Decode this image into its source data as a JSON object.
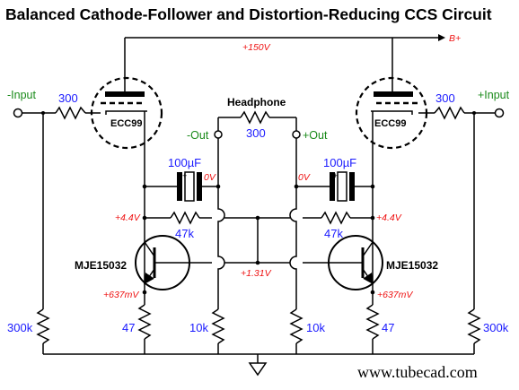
{
  "title": "Balanced Cathode-Follower and Distortion-Reducing CCS Circuit",
  "website": "www.tubecad.com",
  "supply": {
    "label": "B+",
    "voltage": "+150V"
  },
  "inputs": {
    "left": "-Input",
    "right": "+Input"
  },
  "outputs": {
    "left": "-Out",
    "right": "+Out"
  },
  "headphone": {
    "label": "Headphone",
    "value": "300"
  },
  "tubes": {
    "left": "ECC99",
    "right": "ECC99"
  },
  "grid_resistors": {
    "left": "300",
    "right": "300"
  },
  "capacitors": {
    "left": "100µF",
    "right": "100µF"
  },
  "feedback_resistors": {
    "left": "47k",
    "right": "47k"
  },
  "transistors": {
    "left": "MJE15032",
    "right": "MJE15032"
  },
  "voltages": {
    "cap_left": "0V",
    "cap_right": "0V",
    "base_left": "+4.4V",
    "base_right": "+4.4V",
    "emitter_left": "+637mV",
    "emitter_right": "+637mV",
    "center": "+1.31V"
  },
  "bottom_resistors": {
    "input_left": "300k",
    "emitter_left": "47",
    "out_left": "10k",
    "out_right": "10k",
    "emitter_right": "47",
    "input_right": "300k"
  },
  "icons": [
    "ground-icon",
    "vacuum-tube-icon",
    "npn-transistor-icon",
    "capacitor-icon",
    "resistor-icon",
    "terminal-icon"
  ]
}
